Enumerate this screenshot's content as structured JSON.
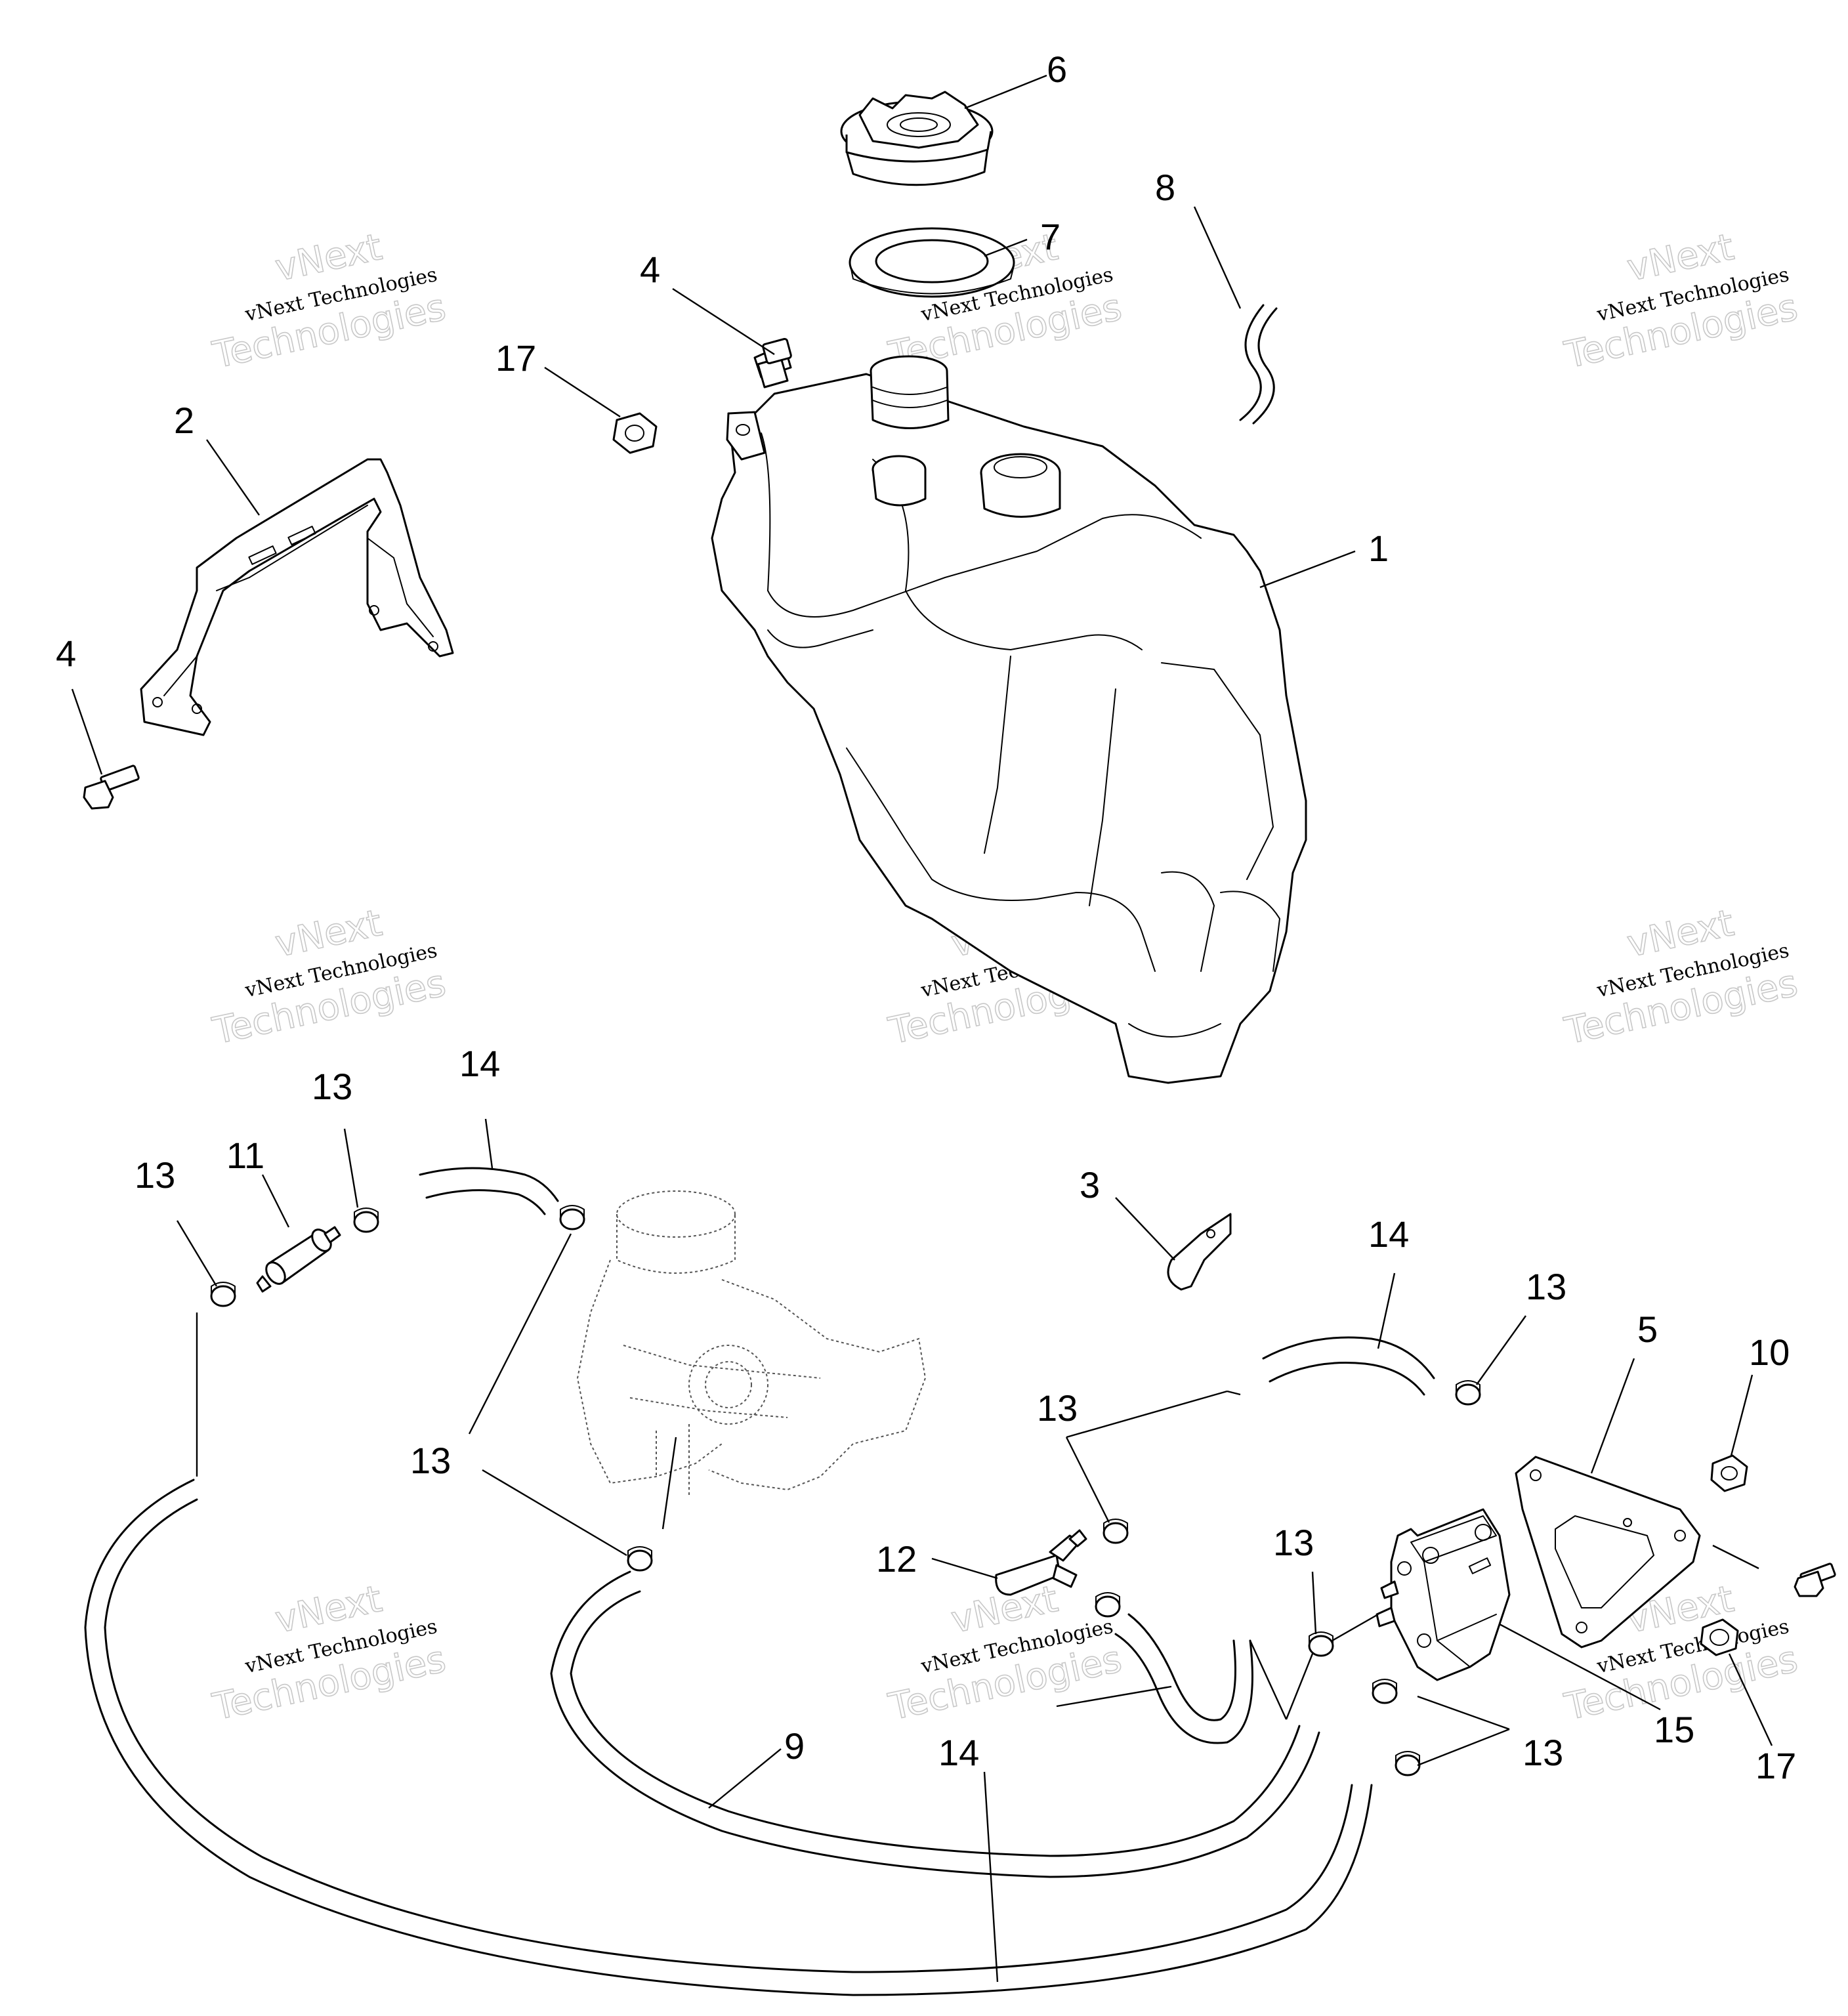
{
  "watermark": {
    "brand": "vNext",
    "line1": "vNext Technologies",
    "line2": "Technologies"
  },
  "callouts": {
    "c1": "1",
    "c2": "2",
    "c3": "3",
    "c4a": "4",
    "c4b": "4",
    "c5": "5",
    "c6": "6",
    "c7": "7",
    "c8": "8",
    "c9": "9",
    "c10": "10",
    "c11": "11",
    "c12": "12",
    "c13a": "13",
    "c13b": "13",
    "c13c": "13",
    "c13d": "13",
    "c13e": "13",
    "c13f": "13",
    "c13g": "13",
    "c14a": "14",
    "c14b": "14",
    "c14c": "14",
    "c15": "15",
    "c17a": "17",
    "c17b": "17"
  }
}
